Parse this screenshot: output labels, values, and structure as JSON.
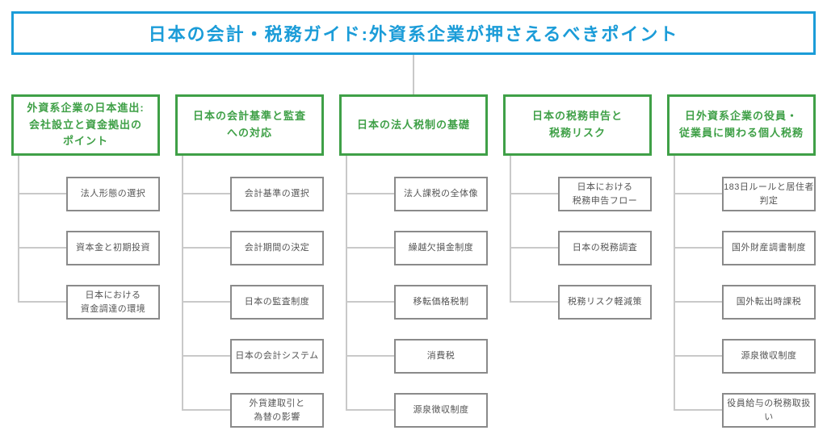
{
  "title": "日本の会計・税務ガイド:外資系企業が押さえるべきポイント",
  "colors": {
    "title_accent": "#1b9cd8",
    "branch_accent": "#3fa047",
    "child_border": "#8a8a8a",
    "child_text": "#555555",
    "connector": "#c9c9c9"
  },
  "branches": [
    {
      "label": "外資系企業の日本進出:\n会社設立と資金拠出の\nポイント",
      "children": [
        "法人形態の選択",
        "資本金と初期投資",
        "日本における\n資金調達の環境"
      ]
    },
    {
      "label": "日本の会計基準と監査\nへの対応",
      "children": [
        "会計基準の選択",
        "会計期間の決定",
        "日本の監査制度",
        "日本の会計システム",
        "外貨建取引と\n為替の影響"
      ]
    },
    {
      "label": "日本の法人税制の基礎",
      "children": [
        "法人課税の全体像",
        "繰越欠損金制度",
        "移転価格税制",
        "消費税",
        "源泉徴収制度"
      ]
    },
    {
      "label": "日本の税務申告と\n税務リスク",
      "children": [
        "日本における\n税務申告フロー",
        "日本の税務調査",
        "税務リスク軽減策"
      ]
    },
    {
      "label": "日外資系企業の役員・\n従業員に関わる個人税務",
      "children": [
        "183日ルールと居住者\n判定",
        "国外財産調書制度",
        "国外転出時課税",
        "源泉徴収制度",
        "役員給与の税務取扱い"
      ]
    }
  ]
}
